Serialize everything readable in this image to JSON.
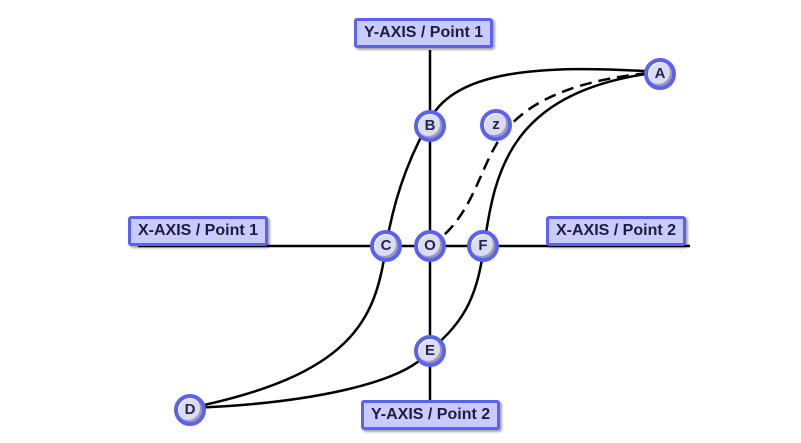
{
  "diagram": {
    "title": "Hysteresis loop",
    "axis_labels": {
      "y_top": "Y-AXIS / Point 1",
      "y_bottom": "Y-AXIS / Point 2",
      "x_left": "X-AXIS / Point 1",
      "x_right": "X-AXIS / Point 2"
    },
    "nodes": [
      {
        "id": "A",
        "label": "A",
        "role": "positive saturation"
      },
      {
        "id": "B",
        "label": "B",
        "role": "positive y-intercept"
      },
      {
        "id": "C",
        "label": "C",
        "role": "negative x-intercept"
      },
      {
        "id": "D",
        "label": "D",
        "role": "negative saturation"
      },
      {
        "id": "E",
        "label": "E",
        "role": "negative y-intercept"
      },
      {
        "id": "F",
        "label": "F",
        "role": "positive x-intercept"
      },
      {
        "id": "O",
        "label": "O",
        "role": "origin"
      },
      {
        "id": "Z",
        "label": "z",
        "role": "initial magnetization curve label"
      }
    ],
    "edges": [
      {
        "from": "A",
        "to": "D",
        "via": [
          "B",
          "C"
        ],
        "style": "solid"
      },
      {
        "from": "D",
        "to": "A",
        "via": [
          "E",
          "F"
        ],
        "style": "solid"
      },
      {
        "from": "O",
        "to": "A",
        "style": "dashed"
      }
    ],
    "colors": {
      "label_fill": "#c9cbff",
      "label_border": "#5b62f0",
      "node_fill": "#dadcf5",
      "line": "#000000"
    }
  }
}
